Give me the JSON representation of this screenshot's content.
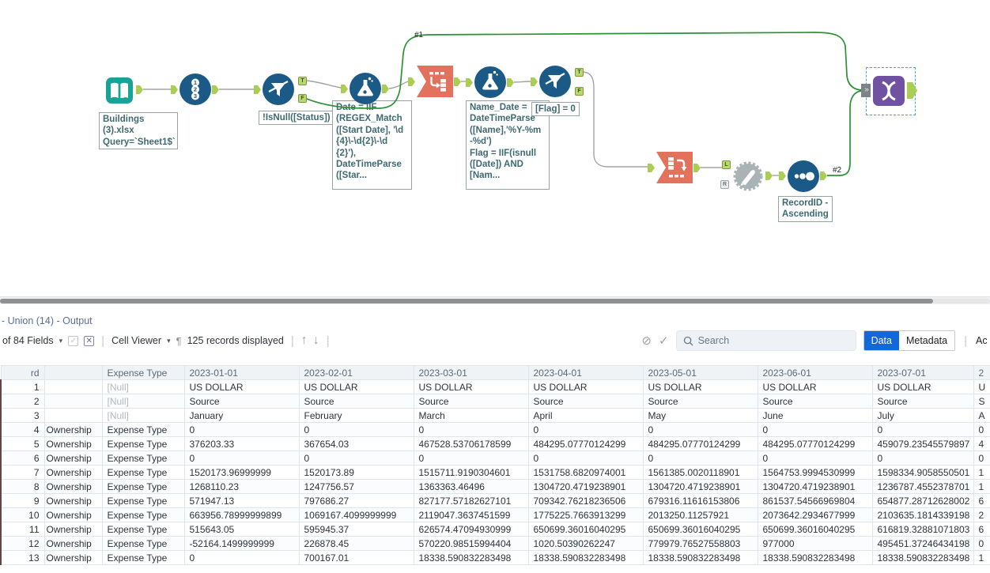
{
  "canvas": {
    "connection_labels": {
      "c1": "#1",
      "c2": "#2"
    },
    "anchor_labels": {
      "t": "T",
      "f": "F",
      "l": "L",
      "r": "R"
    },
    "annotations": {
      "input": "Buildings (3).xlsx\nQuery=`Sheet1$`",
      "filter1": "!IsNull([Status])",
      "formula1": "Date = IIF\n(REGEX_Match\n([Start Date], '\\d\n{4}\\-\\d{2}\\-\\d\n{2}'),\nDateTimeParse\n([Star...",
      "formula2": "Name_Date =\nDateTimeParse\n([Name],'%Y-%m\n-%d')\nFlag = IIF(isnull\n([Date]) AND\n[Nam...",
      "filter2": "[Flag] = 0",
      "sort": "RecordID -\nAscending"
    }
  },
  "results": {
    "pane_title": "- Union (14) - Output",
    "toolbar": {
      "fields_label": "of 84 Fields",
      "cell_viewer_label": "Cell Viewer",
      "records_label": "125 records displayed",
      "search_placeholder": "Search",
      "data_tab": "Data",
      "metadata_tab": "Metadata",
      "actions_partial": "Ac"
    },
    "table": {
      "columns": [
        "rd",
        "",
        "Expense Type",
        "2023-01-01",
        "2023-02-01",
        "2023-03-01",
        "2023-04-01",
        "2023-05-01",
        "2023-06-01",
        "2023-07-01",
        "2"
      ],
      "rows": [
        [
          "1",
          "",
          "[Null]",
          "US DOLLAR",
          "US DOLLAR",
          "US DOLLAR",
          "US DOLLAR",
          "US DOLLAR",
          "US DOLLAR",
          "US DOLLAR",
          "U"
        ],
        [
          "2",
          "",
          "[Null]",
          "Source",
          "Source",
          "Source",
          "Source",
          "Source",
          "Source",
          "Source",
          "S"
        ],
        [
          "3",
          "",
          "[Null]",
          "January",
          "February",
          "March",
          "April",
          "May",
          "June",
          "July",
          "A"
        ],
        [
          "4",
          "Ownership",
          "Expense Type",
          "0",
          "0",
          "0",
          "0",
          "0",
          "0",
          "0",
          "0"
        ],
        [
          "5",
          "Ownership",
          "Expense Type",
          "376203.33",
          "367654.03",
          "467528.53706178599",
          "484295.07770124299",
          "484295.07770124299",
          "484295.07770124299",
          "459079.23545579897",
          "4"
        ],
        [
          "6",
          "Ownership",
          "Expense Type",
          "0",
          "0",
          "0",
          "0",
          "0",
          "0",
          "0",
          "0"
        ],
        [
          "7",
          "Ownership",
          "Expense Type",
          "1520173.96999999",
          "1520173.89",
          "1515711.9190304601",
          "1531758.6820974001",
          "1561385.0020118901",
          "1564753.9994530999",
          "1598334.9058550501",
          "1"
        ],
        [
          "8",
          "Ownership",
          "Expense Type",
          "1268110.23",
          "1247756.57",
          "1363363.46496",
          "1304720.4719238901",
          "1304720.4719238901",
          "1304720.4719238901",
          "1236787.4552378701",
          "1"
        ],
        [
          "9",
          "Ownership",
          "Expense Type",
          "571947.13",
          "797686.27",
          "827177.57182627101",
          "709342.76218236506",
          "679316.11616153806",
          "861537.54566969804",
          "654877.28712628002",
          "6"
        ],
        [
          "10",
          "Ownership",
          "Expense Type",
          "663956.78999999899",
          "1069167.4099999999",
          "2119047.3637451599",
          "1775225.7663913299",
          "2013250.11257921",
          "2073642.2934677999",
          "2103635.1814339198",
          "2"
        ],
        [
          "11",
          "Ownership",
          "Expense Type",
          "515643.05",
          "595945.37",
          "626574.47094930999",
          "650699.36016040295",
          "650699.36016040295",
          "650699.36016040295",
          "616819.32881071803",
          "6"
        ],
        [
          "12",
          "Ownership",
          "Expense Type",
          "-52164.1499999999",
          "226878.45",
          "570220.98515994404",
          "1020.50390262247",
          "779979.76527558803",
          "977000",
          "495451.37246434198",
          "0"
        ],
        [
          "13",
          "Ownership",
          "Expense Type",
          "0",
          "700167.01",
          "18338.590832283498",
          "18338.590832283498",
          "18338.590832283498",
          "18338.590832283498",
          "18338.590832283498",
          "1"
        ]
      ]
    }
  }
}
